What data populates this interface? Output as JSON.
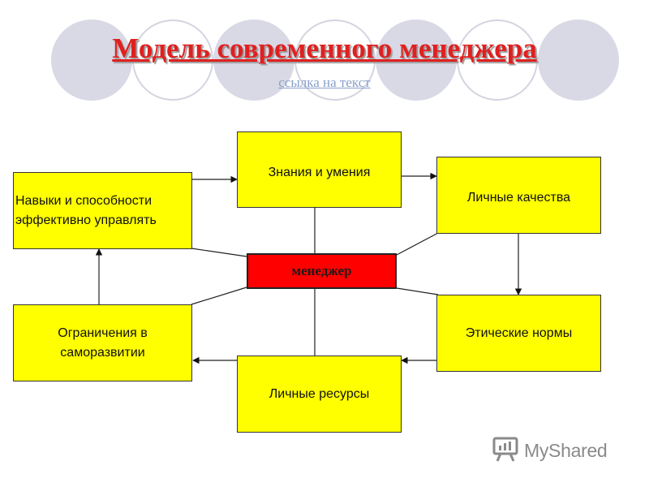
{
  "title": "Модель современного менеджера",
  "link_text": "ссылка на текст",
  "center": "менеджер",
  "boxes": {
    "skills": "Навыки и способности\nэффективно управлять",
    "knowledge": "Знания и умения",
    "personal_qualities": "Личные качества",
    "ethics": "Этические нормы",
    "resources": "Личные ресурсы",
    "limits": "Ограничения в\nсаморазвитии"
  },
  "watermark": {
    "text": "MyShared",
    "icon": "presentation-board-icon"
  },
  "colors": {
    "box_fill": "#ffff00",
    "center_fill": "#ff0000",
    "title": "#e02020",
    "link": "#8aa0cc",
    "deco_circle": "#d9d9e6"
  }
}
